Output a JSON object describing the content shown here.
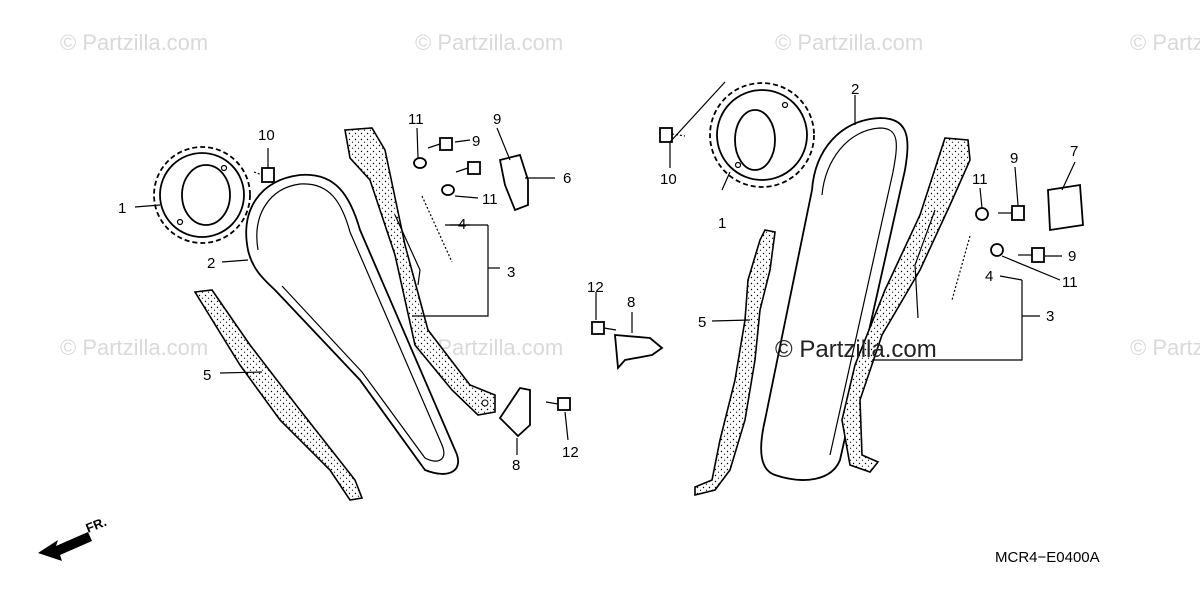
{
  "watermarks": [
    "© Partzilla.com",
    "© Partzilla.com",
    "© Partzilla.com",
    "© Partz",
    "© Partzilla.com",
    "© Partzilla.com",
    "© Partz"
  ],
  "center_watermark": "© Partzilla.com",
  "diagram_code": "MCR4−E0400A",
  "front_label": "FR.",
  "callouts": [
    "1",
    "2",
    "3",
    "4",
    "5",
    "6",
    "8",
    "9",
    "10",
    "11",
    "11",
    "12",
    "8",
    "12",
    "2",
    "1",
    "10",
    "5",
    "7",
    "9",
    "11",
    "4",
    "11",
    "9",
    "3"
  ]
}
